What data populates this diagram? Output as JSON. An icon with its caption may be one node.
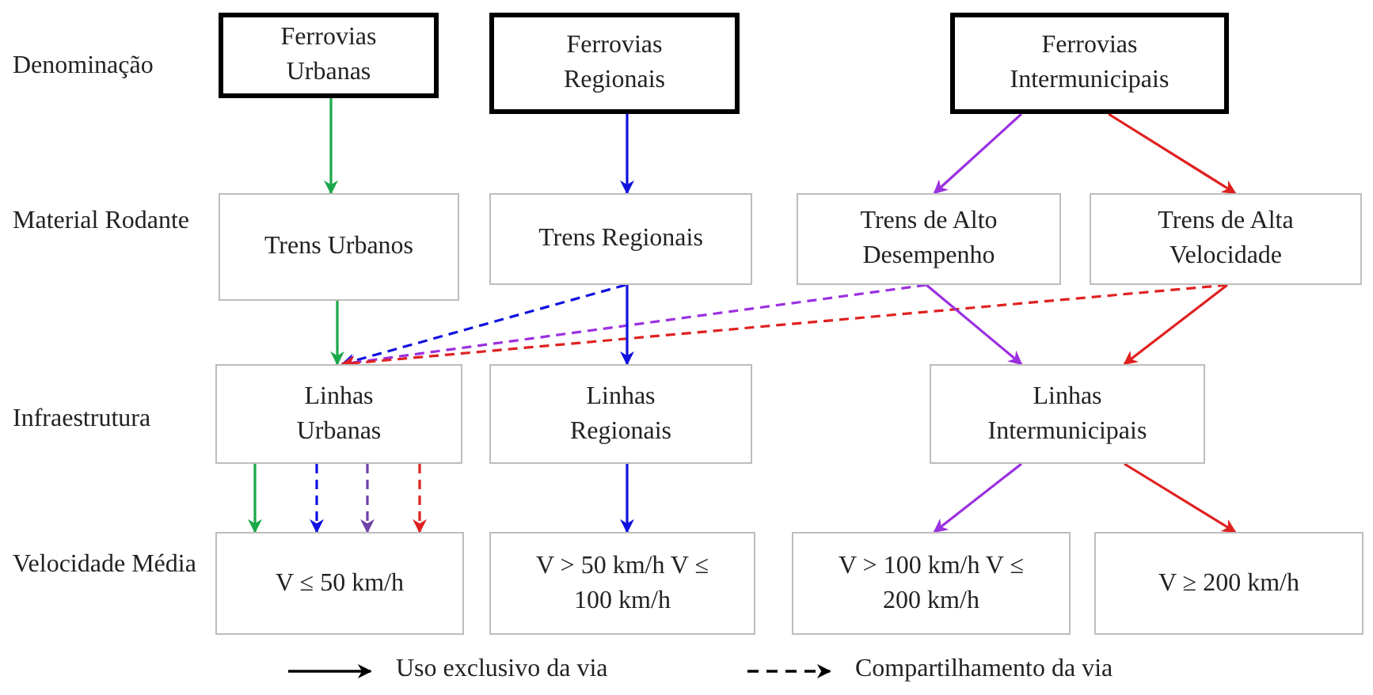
{
  "diagram": {
    "nodes": [
      {
        "text": [
          "Ferrovias Urbanas"
        ]
      },
      {
        "text": [
          "Ferrovias Regionais"
        ]
      },
      {
        "text": [
          "Ferrovias Intermunicipais"
        ]
      },
      {
        "text": [
          "Trens Urbanos"
        ]
      },
      {
        "text": [
          "Trens Regionais"
        ]
      },
      {
        "text": [
          "Trens de Alto Desempenho"
        ]
      },
      {
        "text": [
          "Trens de Alta Velocidade"
        ]
      },
      {
        "text": [
          "Linhas Urbanas"
        ]
      },
      {
        "text": [
          "Linhas Regionais"
        ]
      },
      {
        "text": [
          "Linhas Intermunicipais"
        ]
      },
      {
        "text": [
          "V ≤ 50 km/h"
        ]
      },
      {
        "text": [
          "V > 50 km/h V ≤ 100 km/h"
        ]
      },
      {
        "text": [
          "V > 100 km/h V ≤ 200 km/h"
        ]
      },
      {
        "text": [
          "V ≥ 200 km/h"
        ]
      }
    ],
    "edges": [
      {
        "from": 0,
        "to": 3,
        "arrow": "to",
        "color": "#1aa84a"
      },
      {
        "from": 1,
        "to": 4,
        "arrow": "to",
        "color": "#1010e0"
      },
      {
        "from": 2,
        "to": 5,
        "arrow": "to",
        "color": "#9b30e0"
      },
      {
        "from": 2,
        "to": 6,
        "arrow": "to",
        "color": "#e02020"
      },
      {
        "from": 3,
        "to": 7,
        "arrow": "to",
        "color": "#1aa84a"
      },
      {
        "from": 4,
        "to": 7,
        "arrow": "to",
        "style": "dashed",
        "color": "#1010e0"
      },
      {
        "from": 5,
        "to": 7,
        "arrow": "to",
        "style": "dashed",
        "color": "#9b30e0"
      },
      {
        "from": 6,
        "to": 7,
        "arrow": "to",
        "style": "dashed",
        "color": "#e02020"
      },
      {
        "from": 4,
        "to": 8,
        "arrow": "to",
        "color": "#1010e0"
      },
      {
        "from": 5,
        "to": 9,
        "arrow": "to",
        "color": "#9b30e0"
      },
      {
        "from": 6,
        "to": 9,
        "arrow": "to",
        "color": "#e02020"
      },
      {
        "from": 7,
        "to": 10,
        "arrow": "to",
        "color": "#1aa84a"
      },
      {
        "from": 7,
        "to": 10,
        "arrow": "to",
        "style": "dashed",
        "color": "#1010e0"
      },
      {
        "from": 7,
        "to": 10,
        "arrow": "to",
        "style": "dashed",
        "color": "#7040a8"
      },
      {
        "from": 7,
        "to": 10,
        "arrow": "to",
        "style": "dashed",
        "color": "#e02020"
      },
      {
        "from": 8,
        "to": 11,
        "arrow": "to",
        "color": "#1010e0"
      },
      {
        "from": 9,
        "to": 12,
        "arrow": "to",
        "color": "#9b30e0"
      },
      {
        "from": 9,
        "to": 13,
        "arrow": "to",
        "color": "#e02020"
      }
    ],
    "labels": [
      "Denominação",
      "Material Rodante",
      "Infraestrutura",
      "Velocidade Média"
    ],
    "legend": [
      {
        "text": "Uso exclusivo da via"
      },
      {
        "text": "Compartilhamento da via"
      }
    ]
  }
}
